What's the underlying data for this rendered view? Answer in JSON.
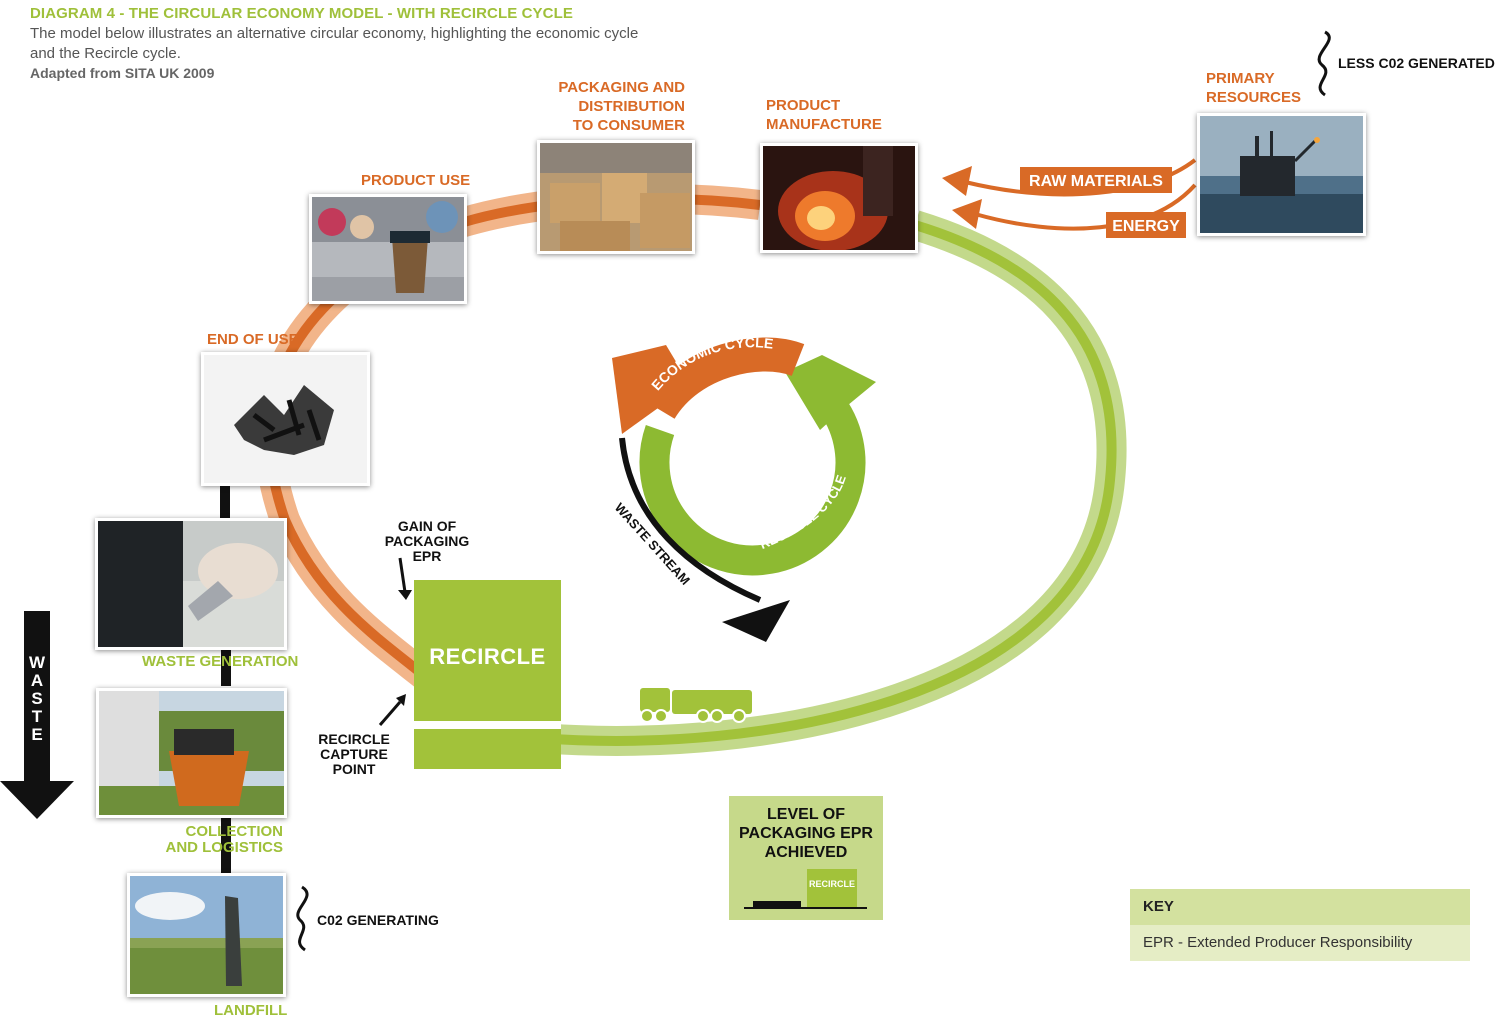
{
  "header": {
    "title": "DIAGRAM 4 - THE CIRCULAR ECONOMY MODEL - WITH RECIRCLE CYCLE",
    "subtitle": "The model below illustrates an alternative circular economy, highlighting the economic cycle and the Recircle cycle.",
    "source": "Adapted from SITA UK 2009"
  },
  "stages": {
    "packaging": "PACKAGING AND DISTRIBUTION TO CONSUMER",
    "manufacture": "PRODUCT MANUFACTURE",
    "primary": "PRIMARY RESOURCES",
    "product_use": "PRODUCT USE",
    "end_of_use": "END OF USE",
    "waste_generation": "WASTE GENERATION",
    "collection": "COLLECTION AND LOGISTICS",
    "landfill": "LANDFILL"
  },
  "inputs": {
    "raw": "RAW MATERIALS",
    "energy": "ENERGY"
  },
  "notes": {
    "less_co2": "LESS C02 GENERATED",
    "co2_generating": "C02 GENERATING",
    "gain_epr": "GAIN OF PACKAGING EPR",
    "capture_point": "RECIRCLE CAPTURE POINT"
  },
  "cycles": {
    "economic": "ECONOMIC CYCLE",
    "recircle": "RECIRCLE CYCLE",
    "waste_stream": "WASTE STREAM"
  },
  "recircle_label": "RECIRCLE",
  "level": {
    "text": "LEVEL OF PACKAGING EPR ACHIEVED",
    "mini": "RECIRCLE"
  },
  "waste_word": "WASTE",
  "key": {
    "heading": "KEY",
    "entry": "EPR - Extended Producer Responsibility"
  },
  "colors": {
    "orange": "#d96a26",
    "green": "#9fc03a",
    "light_green": "#c6d98a"
  }
}
